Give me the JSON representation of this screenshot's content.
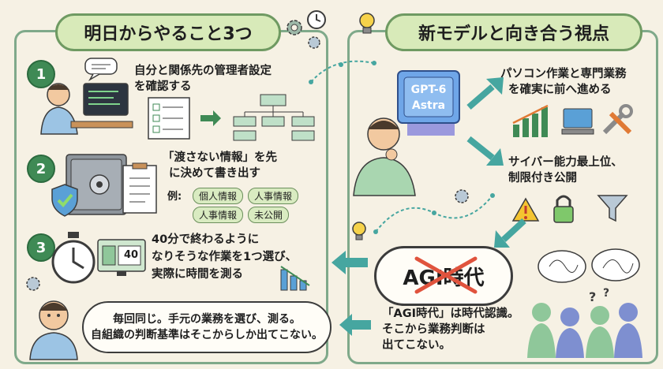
{
  "left_panel": {
    "title": "明日からやること3つ",
    "steps": [
      {
        "number": "1",
        "lines": [
          "自分と関係先の管理者設定",
          "を確認する"
        ]
      },
      {
        "number": "2",
        "lines": [
          "「渡さない情報」を先",
          "に決めて書き出す"
        ],
        "examples_label": "例:",
        "examples": [
          "個人情報",
          "人事情報",
          "人事情報",
          "未公開"
        ]
      },
      {
        "number": "3",
        "lines": [
          "40分で終わるように",
          "なりそうな作業を1つ選び、",
          "実際に時間を測る"
        ],
        "monitor_value": "40"
      }
    ],
    "bubble_lines": [
      "毎回同じ。手元の業務を選び、測る。",
      "自組織の判断基準はそこからしか出てこない。"
    ]
  },
  "right_panel": {
    "title": "新モデルと向き合う視点",
    "chip_label": [
      "GPT-6",
      "Astra"
    ],
    "point_1": [
      "パソコン作業と専門業務",
      "を確実に前へ進める"
    ],
    "point_2": [
      "サイバー能力最上位、",
      "制限付き公開"
    ],
    "agi_label": "AGI時代",
    "agi_note": [
      "「AGI時代」は時代認識。",
      "そこから業務判断は",
      "出てこない。"
    ]
  },
  "colors": {
    "background": "#f6f1e4",
    "accent_green": "#3f8a55",
    "arrow_teal": "#46a6a0",
    "cross_red": "#e0533d"
  }
}
